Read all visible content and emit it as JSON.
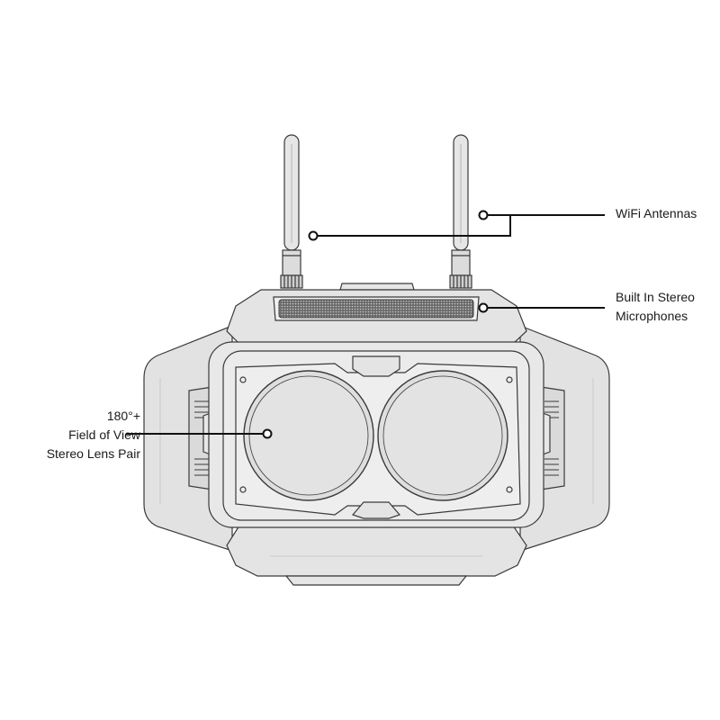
{
  "callouts": {
    "antennas": {
      "label": "WiFi Antennas"
    },
    "microphones": {
      "line1": "Built In Stereo",
      "line2": "Microphones"
    },
    "lens": {
      "line1": "180°+",
      "line2": "Field of View",
      "line3": "Stereo Lens Pair"
    }
  },
  "colors": {
    "body_fill": "#e2e2e2",
    "panel_fill": "#ebebeb",
    "lens_fill": "#dedede",
    "outline": "#3a3a3a",
    "callout_line": "#111111",
    "background": "#ffffff"
  }
}
